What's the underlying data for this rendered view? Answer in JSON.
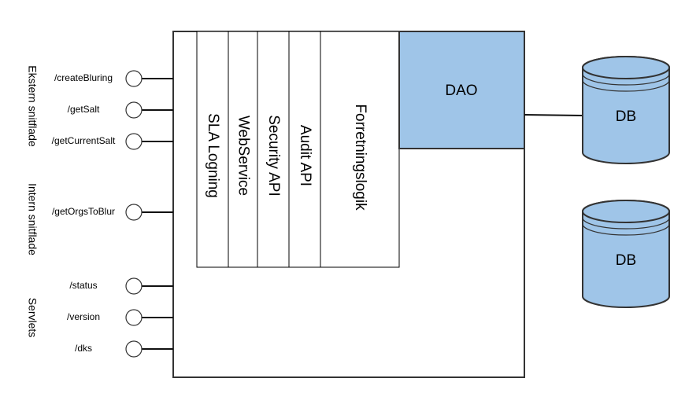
{
  "colors": {
    "box_fill": "#9fc5e8",
    "stroke": "#333333",
    "background": "#ffffff"
  },
  "groups": [
    {
      "label": "Ekstern snitflade",
      "endpoints": [
        "/createBluring",
        "/getSalt",
        "/getCurrentSalt"
      ]
    },
    {
      "label": "Intern snitflade",
      "endpoints": [
        "/getOrgsToBlur"
      ]
    },
    {
      "label": "Servlets",
      "endpoints": [
        "/status",
        "/version",
        "/dks"
      ]
    }
  ],
  "layers": [
    "SLA Logning",
    "WebService",
    "Security API",
    "Audit API",
    "Forretningslogik"
  ],
  "dao": {
    "label": "DAO"
  },
  "databases": [
    {
      "label": "DB"
    },
    {
      "label": "DB"
    }
  ]
}
